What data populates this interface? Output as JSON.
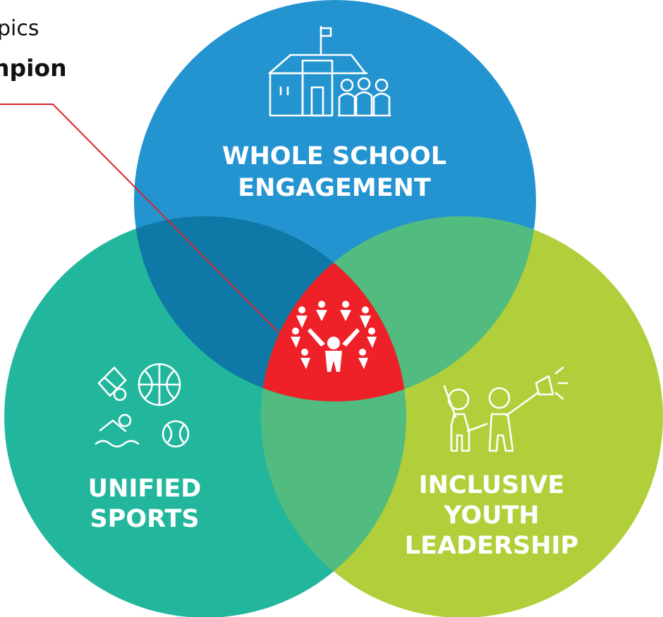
{
  "header": {
    "line1": "pics",
    "line2": "npion"
  },
  "circles": {
    "school": {
      "label_line1": "WHOLE SCHOOL",
      "label_line2": "ENGAGEMENT",
      "icon": "school-with-students-icon",
      "color": "#2494d1"
    },
    "sports": {
      "label_line1": "UNIFIED",
      "label_line2": "SPORTS",
      "icon": "sports-equipment-icon",
      "color": "#22b79c"
    },
    "leadership": {
      "label_line1": "INCLUSIVE",
      "label_line2": "YOUTH",
      "label_line3": "LEADERSHIP",
      "icon": "youth-with-megaphone-icon",
      "color": "#b1cf3a"
    }
  },
  "center": {
    "icon": "special-olympics-logo-icon",
    "color": "#ee2028"
  },
  "callout": {
    "color": "#d9262b"
  },
  "overlaps": {
    "school_sports": "#0e79a6",
    "school_leadership": "#52bb80",
    "sports_leadership": "#52bb80"
  }
}
